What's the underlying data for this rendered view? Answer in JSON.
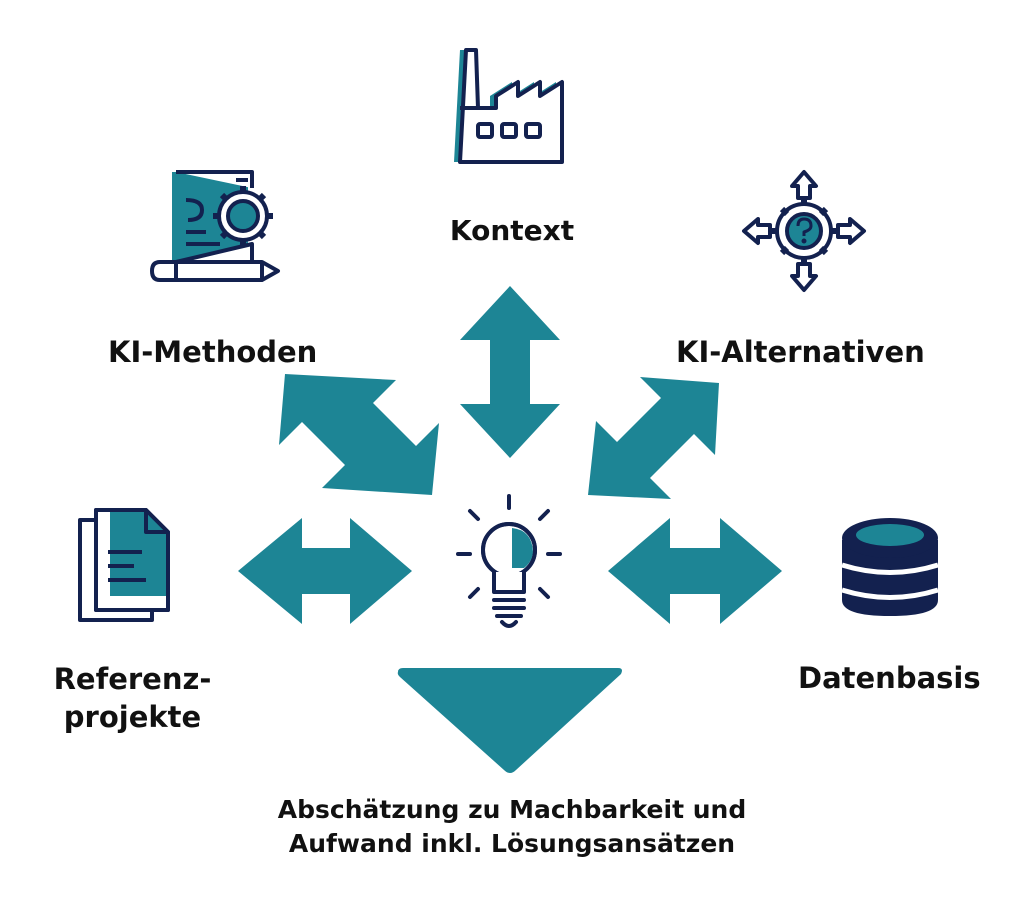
{
  "colors": {
    "teal": "#1d8595",
    "navy": "#13214f",
    "text": "#111111",
    "background": "#ffffff"
  },
  "nodes": {
    "kontext": {
      "label": "Kontext",
      "icon": "factory-icon"
    },
    "methoden": {
      "label": "KI-Methoden",
      "icon": "document-gear-icon"
    },
    "alternativen": {
      "label": "KI-Alternativen",
      "icon": "gear-question-arrows-icon"
    },
    "referenz": {
      "label_line1": "Referenz-",
      "label_line2": "projekte",
      "icon": "documents-icon"
    },
    "datenbasis": {
      "label": "Datenbasis",
      "icon": "database-icon"
    },
    "center": {
      "icon": "lightbulb-icon"
    },
    "result": {
      "label_line1": "Abschätzung zu Machbarkeit und",
      "label_line2": "Aufwand inkl. Lösungsansätzen"
    }
  }
}
